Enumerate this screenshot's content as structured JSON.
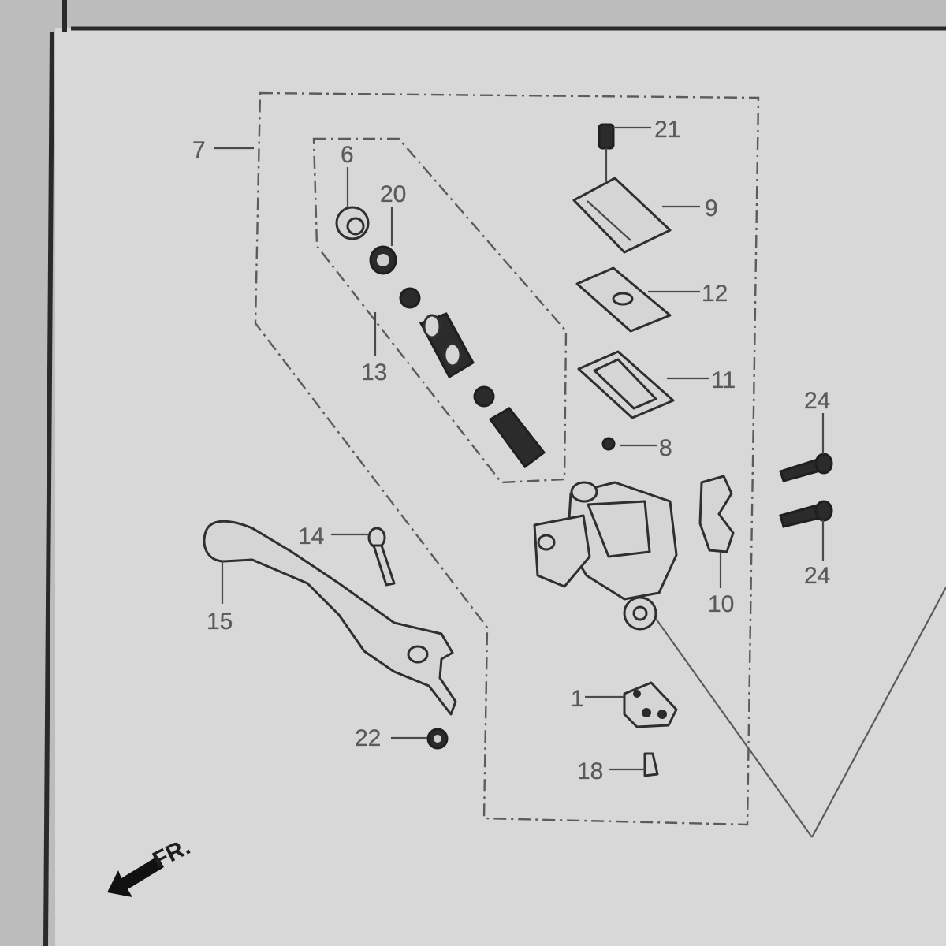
{
  "diagram": {
    "parts": [
      {
        "id": "p1",
        "label": "1"
      },
      {
        "id": "p6",
        "label": "6"
      },
      {
        "id": "p7",
        "label": "7"
      },
      {
        "id": "p8",
        "label": "8"
      },
      {
        "id": "p9",
        "label": "9"
      },
      {
        "id": "p10",
        "label": "10"
      },
      {
        "id": "p11",
        "label": "11"
      },
      {
        "id": "p12",
        "label": "12"
      },
      {
        "id": "p13",
        "label": "13"
      },
      {
        "id": "p14",
        "label": "14"
      },
      {
        "id": "p15",
        "label": "15"
      },
      {
        "id": "p18",
        "label": "18"
      },
      {
        "id": "p20",
        "label": "20"
      },
      {
        "id": "p21",
        "label": "21"
      },
      {
        "id": "p22",
        "label": "22"
      },
      {
        "id": "p24a",
        "label": "24"
      },
      {
        "id": "p24b",
        "label": "24"
      }
    ],
    "direction_label": "FR."
  },
  "colors": {
    "paper": "#d9d8d8",
    "background": "#bdbcbc",
    "ink": "#2f2f2f"
  }
}
